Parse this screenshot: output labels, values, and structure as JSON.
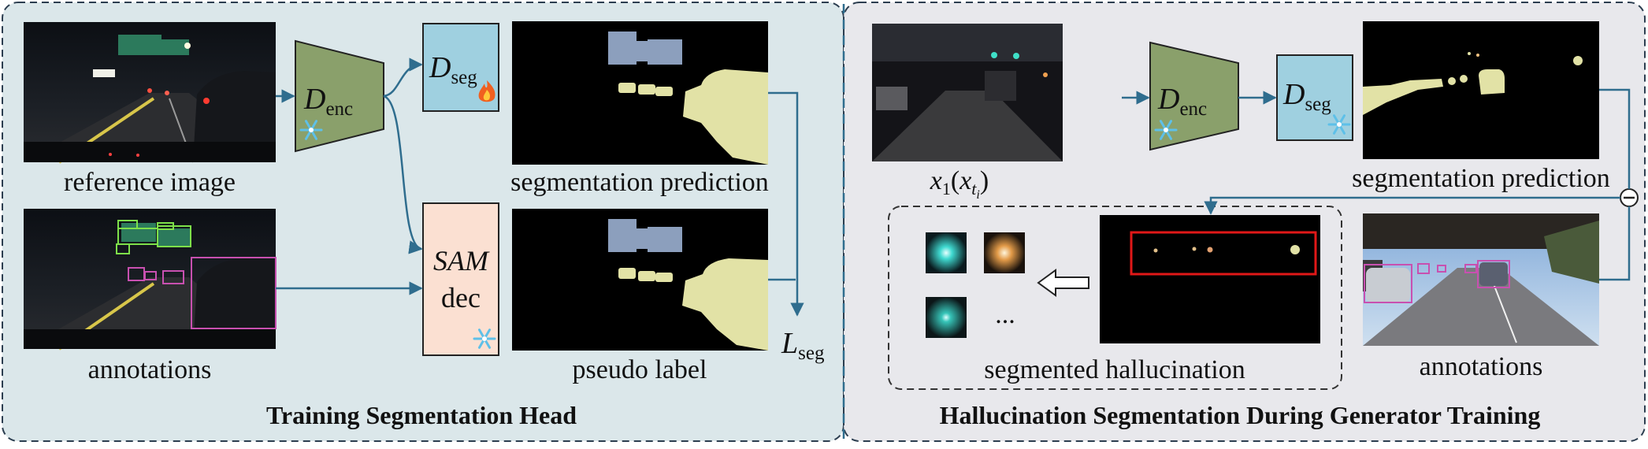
{
  "left_panel": {
    "title": "Training Segmentation Head",
    "reference_caption": "reference image",
    "annotations_caption": "annotations",
    "encoder": {
      "main": "D",
      "sub": "enc"
    },
    "seg_decoder": {
      "main": "D",
      "sub": "seg"
    },
    "sam_decoder": {
      "line1": "SAM",
      "line2": "dec"
    },
    "seg_pred_caption": "segmentation prediction",
    "pseudo_caption": "pseudo label",
    "loss": {
      "main": "L",
      "sub": "seg"
    }
  },
  "right_panel": {
    "title": "Hallucination Segmentation During Generator Training",
    "input_label": {
      "main": "x",
      "sub": "1",
      "paren_main": "x",
      "paren_sub": "t",
      "paren_subsub": "i"
    },
    "encoder": {
      "main": "D",
      "sub": "enc"
    },
    "seg_decoder": {
      "main": "D",
      "sub": "seg"
    },
    "seg_pred_caption": "segmentation prediction",
    "hallucination_caption": "segmented hallucination",
    "annotations_caption": "annotations",
    "ellipsis": "...",
    "minus_symbol": "⊖"
  },
  "colors": {
    "left_bg": "#dbe7ea",
    "right_bg": "#e8e8ec",
    "encoder_fill": "#8aa06b",
    "decoder_fill": "#9fd0e0",
    "sam_fill": "#fbe0d2",
    "arrow": "#2f6d8e",
    "bbox_green": "#7ee04a",
    "bbox_magenta": "#c850b0",
    "highlight_red": "#e01818",
    "seg_yellow": "#e2e2a6",
    "seg_blue": "#8c9fbd"
  },
  "icons": {
    "frozen": "snowflake-icon",
    "trainable": "flame-icon",
    "direction": "hollow-left-arrow-icon"
  }
}
